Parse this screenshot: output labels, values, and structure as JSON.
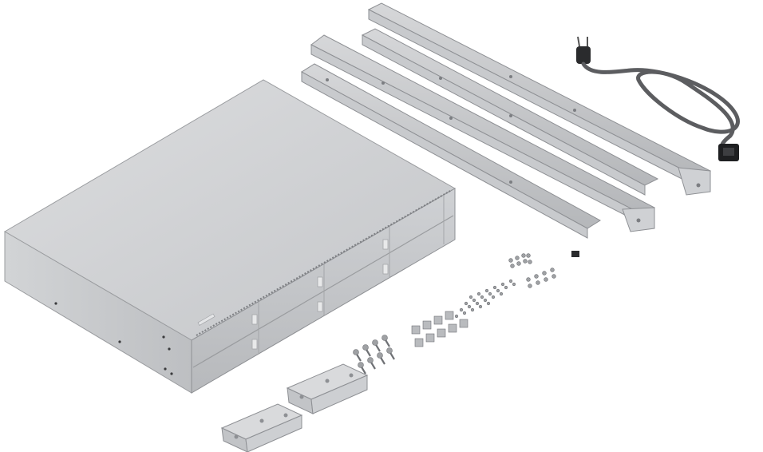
{
  "scene": {
    "subject": "rackmount-nas-kit",
    "background_color": "#ffffff",
    "colors": {
      "metal_light": "#d9dadc",
      "metal_mid": "#bfc1c4",
      "metal_dark": "#9a9c9f",
      "outline": "#8e9094",
      "cable": "#5c5d60",
      "connector": "#1e1f21"
    },
    "items": {
      "chassis": {
        "name": "nas-chassis",
        "drive_bays": 8
      },
      "rails": {
        "name": "rack-rail",
        "count": 4
      },
      "power_cable": {
        "name": "power-cord"
      },
      "ears": {
        "name": "rack-ear",
        "count": 2
      },
      "screws": {
        "name": "screw-pack"
      }
    }
  }
}
